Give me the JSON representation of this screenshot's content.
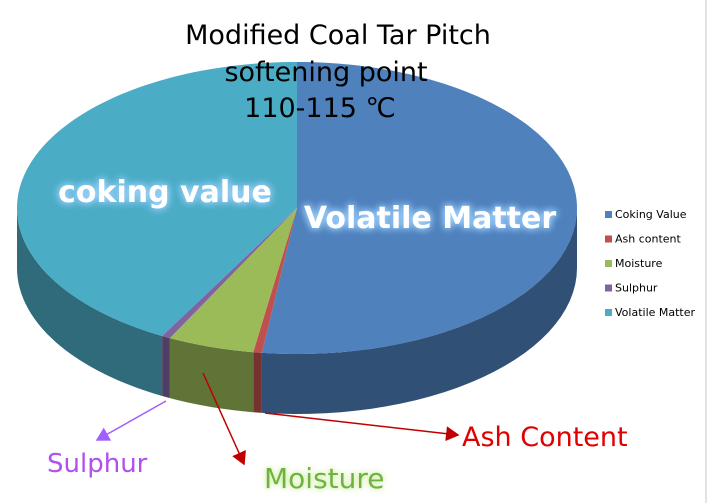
{
  "chart_data": {
    "type": "pie",
    "style": "3d",
    "title": [
      "Modified Coal Tar Pitch",
      "softening point",
      "110-115 ℃"
    ],
    "slices": [
      {
        "name": "Coking Value",
        "value": 52,
        "color": "#4f81bd"
      },
      {
        "name": "Ash content",
        "value": 0.5,
        "color": "#c0504d"
      },
      {
        "name": "Moisture",
        "value": 5,
        "color": "#9bbb59"
      },
      {
        "name": "Sulphur",
        "value": 0.5,
        "color": "#8064a2"
      },
      {
        "name": "Volatile Matter",
        "value": 42,
        "color": "#4bacc6"
      }
    ],
    "legend_position": "right",
    "annotations": {
      "on_blue_slice": "Volatile Matter",
      "on_cyan_slice": "coking value",
      "ash": {
        "text": "Ash Content",
        "color": "#e00000"
      },
      "moisture": {
        "text": "Moisture",
        "color": "#6db33f"
      },
      "sulphur": {
        "text": "Sulphur",
        "color": "#b050f0"
      }
    }
  }
}
